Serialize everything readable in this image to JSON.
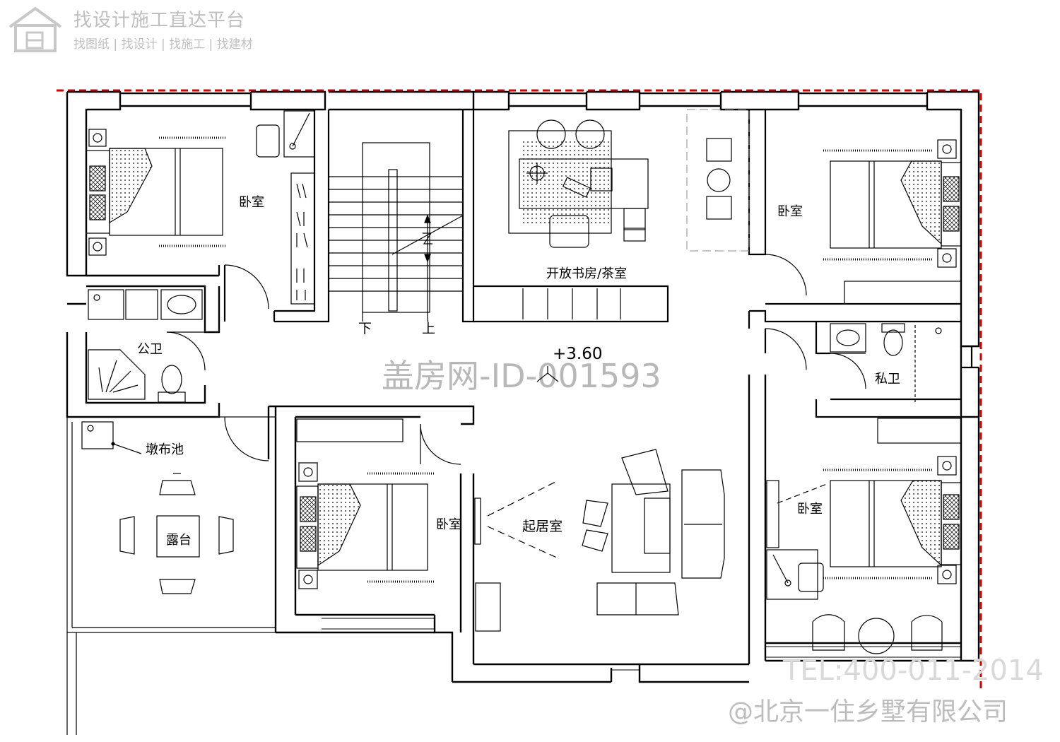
{
  "header": {
    "platform_name": "找设计施工直达平台",
    "platform_links": "找图纸 | 找设计 | 找施工 | 找建材"
  },
  "floor_plan": {
    "elevation": "+3.60",
    "rooms": {
      "bedroom_nw": "卧室",
      "bedroom_ne": "卧室",
      "bedroom_center": "卧室",
      "bedroom_se": "卧室",
      "study_tea": "开放书房/茶室",
      "public_bath": "公卫",
      "private_bath": "私卫",
      "mop_sink": "墩布池",
      "terrace": "露台",
      "living": "起居室"
    },
    "stairs": {
      "down": "下",
      "up": "上"
    }
  },
  "watermarks": {
    "site_id": "盖房网-ID-001593",
    "tel": "TEL:400-011-2014",
    "copyright": "@北京一住乡墅有限公司"
  },
  "colors": {
    "wall": "#000000",
    "boundary": "#d40000",
    "watermark": "#bfbfbf"
  }
}
